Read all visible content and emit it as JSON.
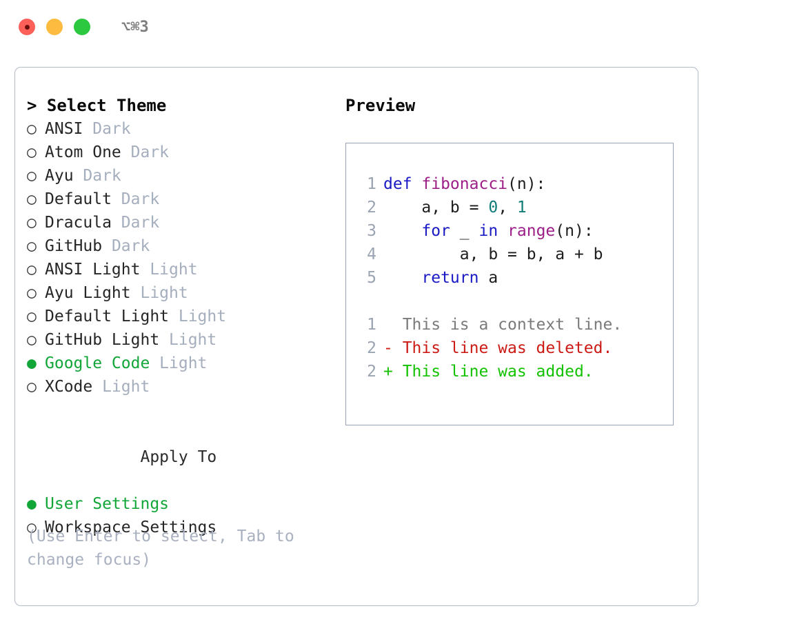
{
  "window": {
    "shortcut": "⌥⌘3",
    "traffic_lights": [
      {
        "name": "close",
        "color": "#fc6058"
      },
      {
        "name": "minimize",
        "color": "#fdbc40"
      },
      {
        "name": "maximize",
        "color": "#2bc840"
      }
    ]
  },
  "theme_list": {
    "header": "> Select Theme",
    "marker_off": "○",
    "marker_on": "●",
    "items": [
      {
        "name": "ANSI",
        "category": "Dark",
        "selected": false
      },
      {
        "name": "Atom One",
        "category": "Dark",
        "selected": false
      },
      {
        "name": "Ayu",
        "category": "Dark",
        "selected": false
      },
      {
        "name": "Default",
        "category": "Dark",
        "selected": false
      },
      {
        "name": "Dracula",
        "category": "Dark",
        "selected": false
      },
      {
        "name": "GitHub",
        "category": "Dark",
        "selected": false
      },
      {
        "name": "ANSI Light",
        "category": "Light",
        "selected": false
      },
      {
        "name": "Ayu Light",
        "category": "Light",
        "selected": false
      },
      {
        "name": "Default Light",
        "category": "Light",
        "selected": false
      },
      {
        "name": "GitHub Light",
        "category": "Light",
        "selected": false
      },
      {
        "name": "Google Code",
        "category": "Light",
        "selected": true
      },
      {
        "name": "XCode",
        "category": "Light",
        "selected": false
      }
    ]
  },
  "apply_to": {
    "header": "Apply To",
    "items": [
      {
        "name": "User Settings",
        "selected": true
      },
      {
        "name": "Workspace Settings",
        "selected": false
      }
    ]
  },
  "hint": "(Use Enter to select, Tab to change focus)",
  "preview": {
    "title": "Preview",
    "code_lines": [
      {
        "lineno": "1",
        "tokens": [
          {
            "t": "def ",
            "c": "kw"
          },
          {
            "t": "fibonacci",
            "c": "fn"
          },
          {
            "t": "(n):",
            "c": "pl"
          }
        ]
      },
      {
        "lineno": "2",
        "tokens": [
          {
            "t": "    a, b = ",
            "c": "pl"
          },
          {
            "t": "0",
            "c": "num"
          },
          {
            "t": ", ",
            "c": "pl"
          },
          {
            "t": "1",
            "c": "num"
          }
        ]
      },
      {
        "lineno": "3",
        "tokens": [
          {
            "t": "    ",
            "c": "pl"
          },
          {
            "t": "for",
            "c": "kw"
          },
          {
            "t": " _ ",
            "c": "pl"
          },
          {
            "t": "in",
            "c": "kw"
          },
          {
            "t": " ",
            "c": "pl"
          },
          {
            "t": "range",
            "c": "fn"
          },
          {
            "t": "(n):",
            "c": "pl"
          }
        ]
      },
      {
        "lineno": "4",
        "tokens": [
          {
            "t": "        a, b = b, a + b",
            "c": "pl"
          }
        ]
      },
      {
        "lineno": "5",
        "tokens": [
          {
            "t": "    ",
            "c": "pl"
          },
          {
            "t": "return",
            "c": "kw"
          },
          {
            "t": " a",
            "c": "pl"
          }
        ]
      }
    ],
    "diff_lines": [
      {
        "lineno": "1",
        "sign": " ",
        "text": " This is a context line.",
        "kind": "ctx"
      },
      {
        "lineno": "2",
        "sign": "-",
        "text": " This line was deleted.",
        "kind": "del"
      },
      {
        "lineno": "2",
        "sign": "+",
        "text": " This line was added.",
        "kind": "add"
      }
    ]
  },
  "colors": {
    "accent_green": "#11a637",
    "muted": "#a5aebd",
    "hint": "#a9b1c0",
    "border": "#b4bcca",
    "preview_border": "#99a3b3",
    "keyword": "#1a1ac4",
    "function": "#9c1f88",
    "number": "#0f7c78",
    "diff_context": "#7a7a7a",
    "diff_deleted": "#cc1a14",
    "diff_added": "#12c200"
  }
}
